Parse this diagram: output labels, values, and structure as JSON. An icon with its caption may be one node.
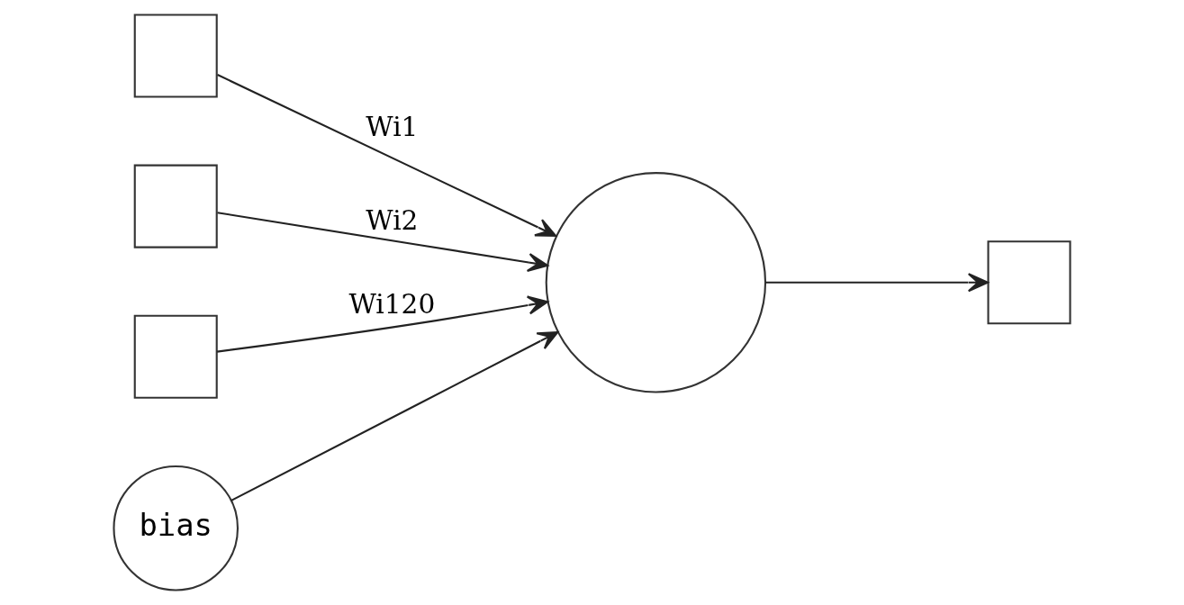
{
  "diagram": {
    "nodes": [
      {
        "text": [],
        "shape": "box"
      },
      {
        "text": [],
        "shape": "box"
      },
      {
        "text": [],
        "shape": "box"
      },
      {
        "text": [
          "bias"
        ]
      },
      {
        "text": [],
        "shape": "circle"
      },
      {
        "text": [],
        "shape": "box"
      }
    ],
    "edges": [
      {
        "from": 0,
        "to": 4,
        "arrow": "to",
        "label": "Wi1"
      },
      {
        "from": 1,
        "to": 4,
        "arrow": "to",
        "label": "Wi2"
      },
      {
        "from": 2,
        "to": 4,
        "arrow": "to",
        "label": "Wi120"
      },
      {
        "from": 3,
        "to": 4,
        "arrow": "to"
      },
      {
        "from": 4,
        "to": 5,
        "arrow": "to"
      }
    ]
  }
}
